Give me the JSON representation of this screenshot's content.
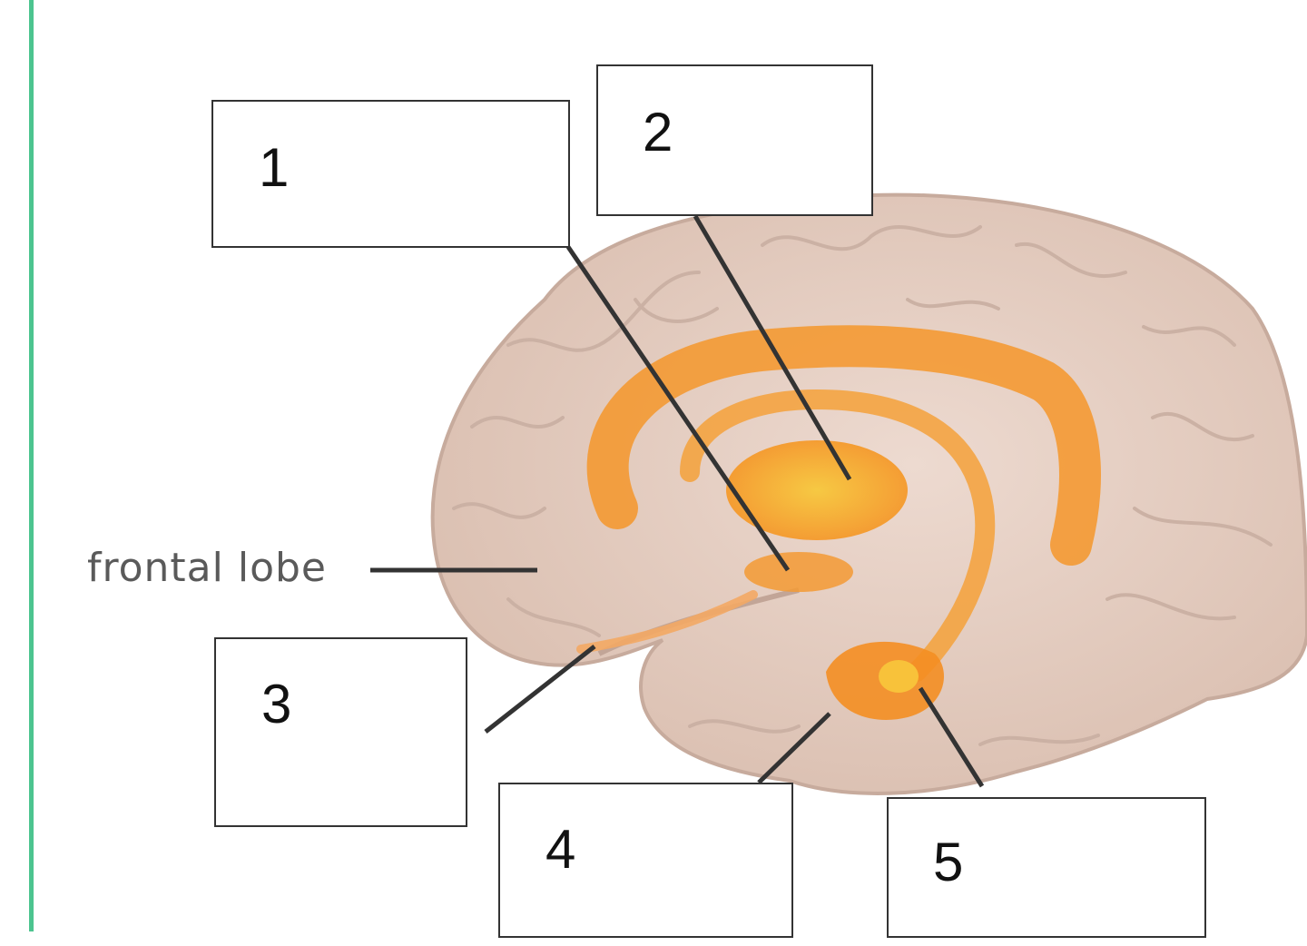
{
  "colors": {
    "accent_bar": "#4cc48f",
    "brain_fill": "#e7cfc2",
    "brain_fold": "#cbb1a4",
    "limbic_main": "#f5962a",
    "limbic_highlight": "#f8c23a",
    "leader_line": "#333333"
  },
  "annotations": {
    "frontal_lobe": "frontal lobe"
  },
  "labels": [
    {
      "number": "1"
    },
    {
      "number": "2"
    },
    {
      "number": "3"
    },
    {
      "number": "4"
    },
    {
      "number": "5"
    }
  ]
}
